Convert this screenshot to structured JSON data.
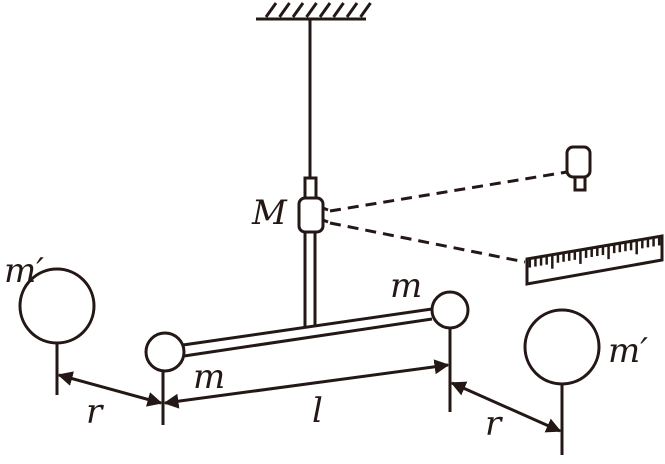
{
  "labels": {
    "big_mass_left": "m′",
    "big_mass_right": "m′",
    "small_mass_left": "m",
    "small_mass_right": "m",
    "mirror_mass": "M",
    "distance_left": "r",
    "distance_right": "r",
    "rod_length": "l"
  },
  "colors": {
    "ink": "#231815"
  }
}
